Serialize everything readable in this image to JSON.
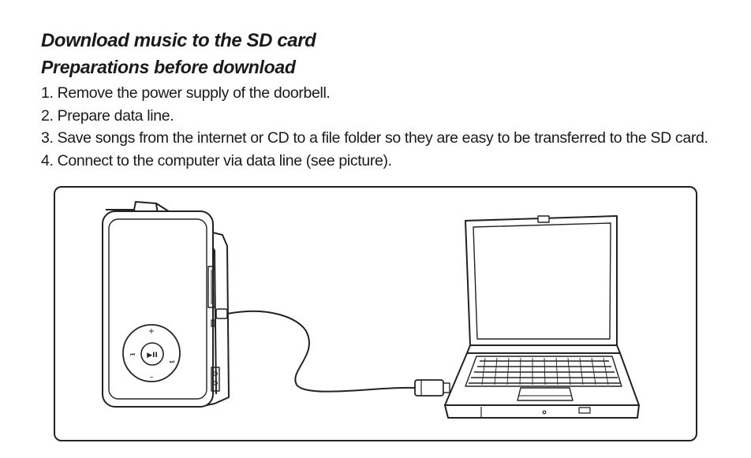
{
  "heading": "Download music to the SD card",
  "subheading": "Preparations before download",
  "steps": [
    "1. Remove the power supply of the doorbell.",
    "2. Prepare data line.",
    "3. Save songs from the internet or CD to a file folder so they are easy to be transferred to the SD card.",
    "4. Connect to the computer via data line (see picture)."
  ],
  "figure": {
    "doorbell_controls": {
      "plus": "+",
      "minus": "–",
      "prev": "⏮",
      "next": "⏭",
      "play_pause": "▶II"
    }
  }
}
